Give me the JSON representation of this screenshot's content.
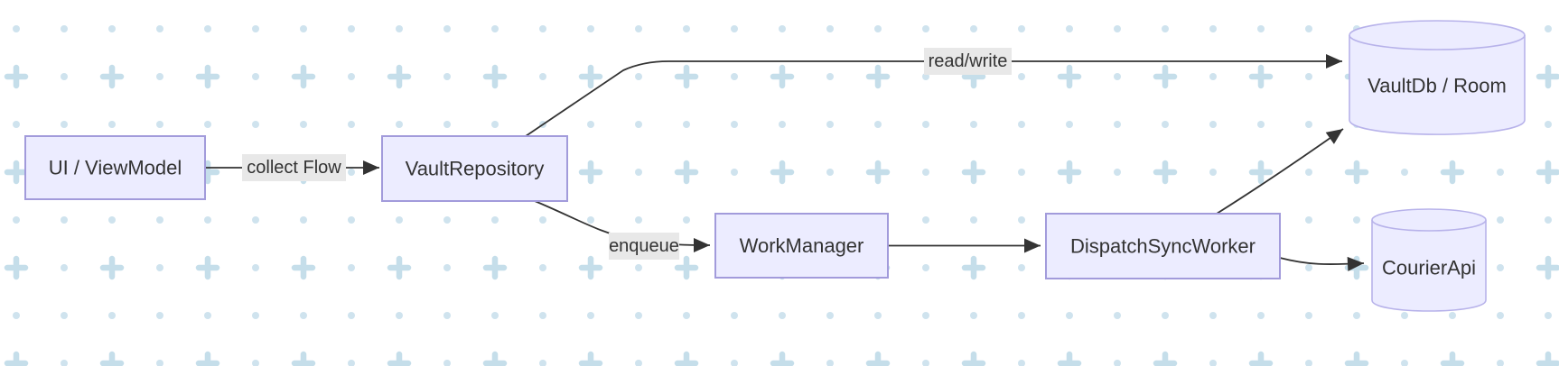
{
  "diagram": {
    "type": "flowchart",
    "direction": "LR",
    "background": "#ffffff",
    "colors": {
      "node_fill": "#ececff",
      "node_border": "#a29bdb",
      "cylinder_border": "#b7b2ea",
      "edge": "#333333",
      "text": "#333333",
      "edge_label_bg": "#e8e8e8",
      "grid_dot": "#cfe3ee",
      "grid_plus": "#c5deea"
    },
    "nodes": [
      {
        "id": "ui",
        "label": "UI / ViewModel",
        "shape": "rectangle"
      },
      {
        "id": "repo",
        "label": "VaultRepository",
        "shape": "rectangle"
      },
      {
        "id": "wm",
        "label": "WorkManager",
        "shape": "rectangle"
      },
      {
        "id": "worker",
        "label": "DispatchSyncWorker",
        "shape": "rectangle"
      },
      {
        "id": "db",
        "label": "VaultDb / Room",
        "shape": "cylinder"
      },
      {
        "id": "api",
        "label": "CourierApi",
        "shape": "cylinder"
      }
    ],
    "edges": [
      {
        "from": "ui",
        "to": "repo",
        "label": "collect Flow"
      },
      {
        "from": "repo",
        "to": "db",
        "label": "read/write"
      },
      {
        "from": "repo",
        "to": "wm",
        "label": "enqueue"
      },
      {
        "from": "wm",
        "to": "worker",
        "label": ""
      },
      {
        "from": "worker",
        "to": "db",
        "label": ""
      },
      {
        "from": "worker",
        "to": "api",
        "label": ""
      }
    ]
  }
}
